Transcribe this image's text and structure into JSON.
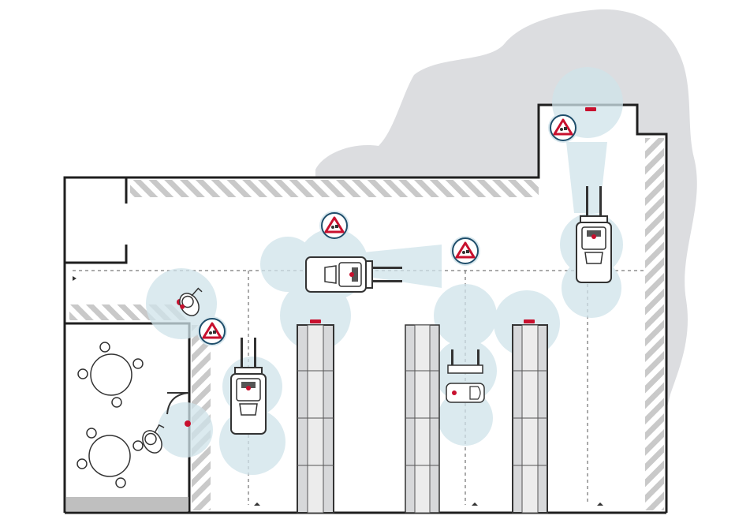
{
  "scene": {
    "kind": "warehouse-safety-floor-plan",
    "colors": {
      "wall": "#1f1f1f",
      "hazard_stripe": "#c9c9c9",
      "sensor_zone": "#cfe3ea",
      "outside_area": "#dcdde0",
      "warning_red": "#c8102e",
      "warning_ring": "#cfe3ea",
      "rack_fill": "#d7d8da",
      "rack_stroke": "#333333",
      "rest_area_floor": "#bfbfbf"
    },
    "icons": {
      "warning_sign": "triangle-warning-icon",
      "forklift": "forklift-icon",
      "pallet_truck": "pallet-truck-icon",
      "pedestrian": "pedestrian-icon",
      "proximity_sensor": "proximity-sensor-icon",
      "table": "table-icon",
      "chair": "chair-icon"
    },
    "counts": {
      "forklifts": 3,
      "pallet_trucks": 1,
      "pedestrians": 2,
      "warning_signs": 4,
      "racks": 3,
      "tables": 2
    }
  }
}
